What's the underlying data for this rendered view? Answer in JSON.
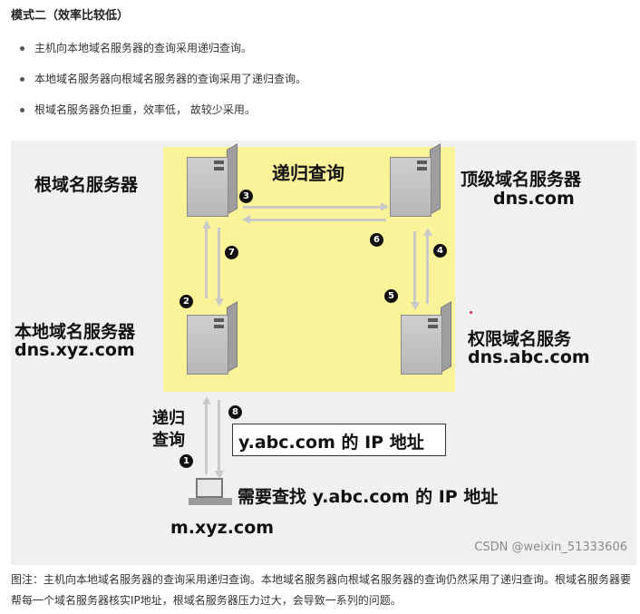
{
  "heading": "模式二（效率比较低）",
  "bullets": [
    "主机向本地域名服务器的查询采用递归查询。",
    "本地域名服务器向根域名服务器的查询采用了递归查询。",
    "根域名服务器负担重，效率低， 故较少采用。"
  ],
  "diagram": {
    "title": "递归查询",
    "root_server": "根域名服务器",
    "tld_server": "顶级域名服务器",
    "tld_domain": "dns.com",
    "local_server": "本地域名服务器",
    "local_domain": "dns.xyz.com",
    "auth_server": "权限域名服务",
    "auth_domain": "dns.abc.com",
    "recursive_left": [
      "递归",
      "查询"
    ],
    "answer": "y.abc.com 的 IP 地址",
    "request": "需要查找 y.abc.com 的 IP 地址",
    "host": "m.xyz.com",
    "steps": [
      "1",
      "2",
      "3",
      "4",
      "5",
      "6",
      "7",
      "8"
    ],
    "watermark": "CSDN @weixin_51333606"
  },
  "caption": "图注：主机向本地域名服务器的查询采用递归查询。本地域名服务器向根域名服务器的查询仍然采用了递归查询。根域名服务器要帮每一个域名服务器核实IP地址，根域名服务器压力过大，会导致一系列的问题。"
}
